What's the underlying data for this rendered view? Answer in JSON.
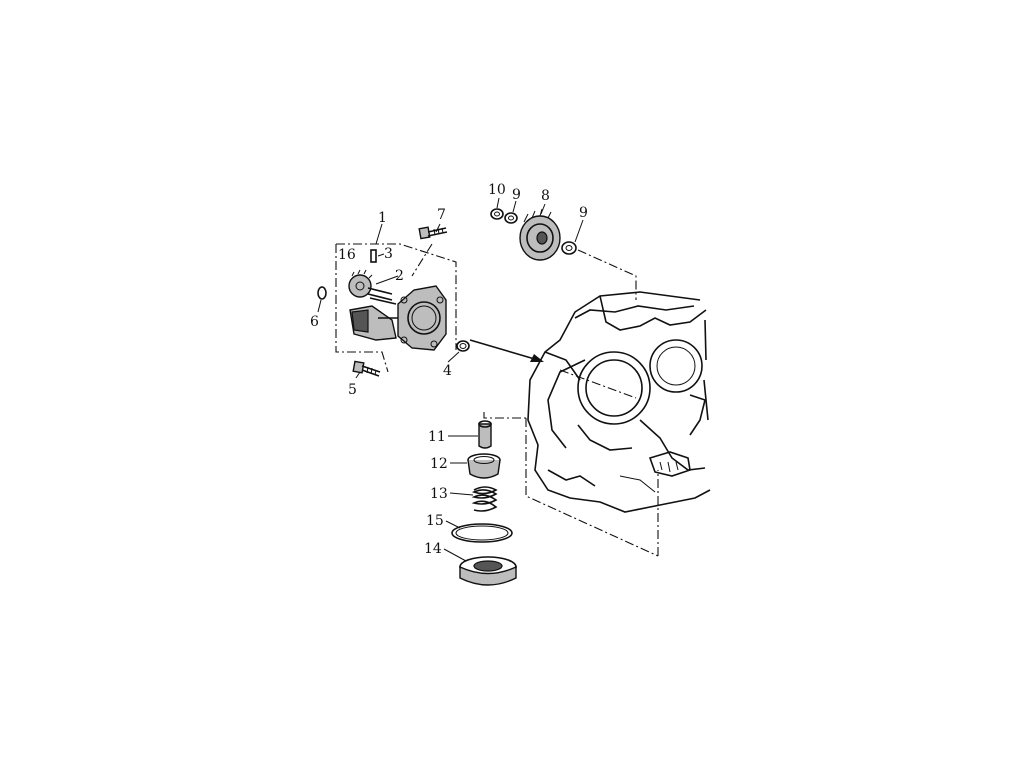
{
  "diagram": {
    "labels": {
      "p1": "1",
      "p2": "2",
      "p3": "3",
      "p4": "4",
      "p5": "5",
      "p6": "6",
      "p7": "7",
      "p8": "8",
      "p9a": "9",
      "p9b": "9",
      "p10": "10",
      "p11": "11",
      "p12": "12",
      "p13": "13",
      "p14": "14",
      "p15": "15",
      "p16": "16"
    }
  }
}
